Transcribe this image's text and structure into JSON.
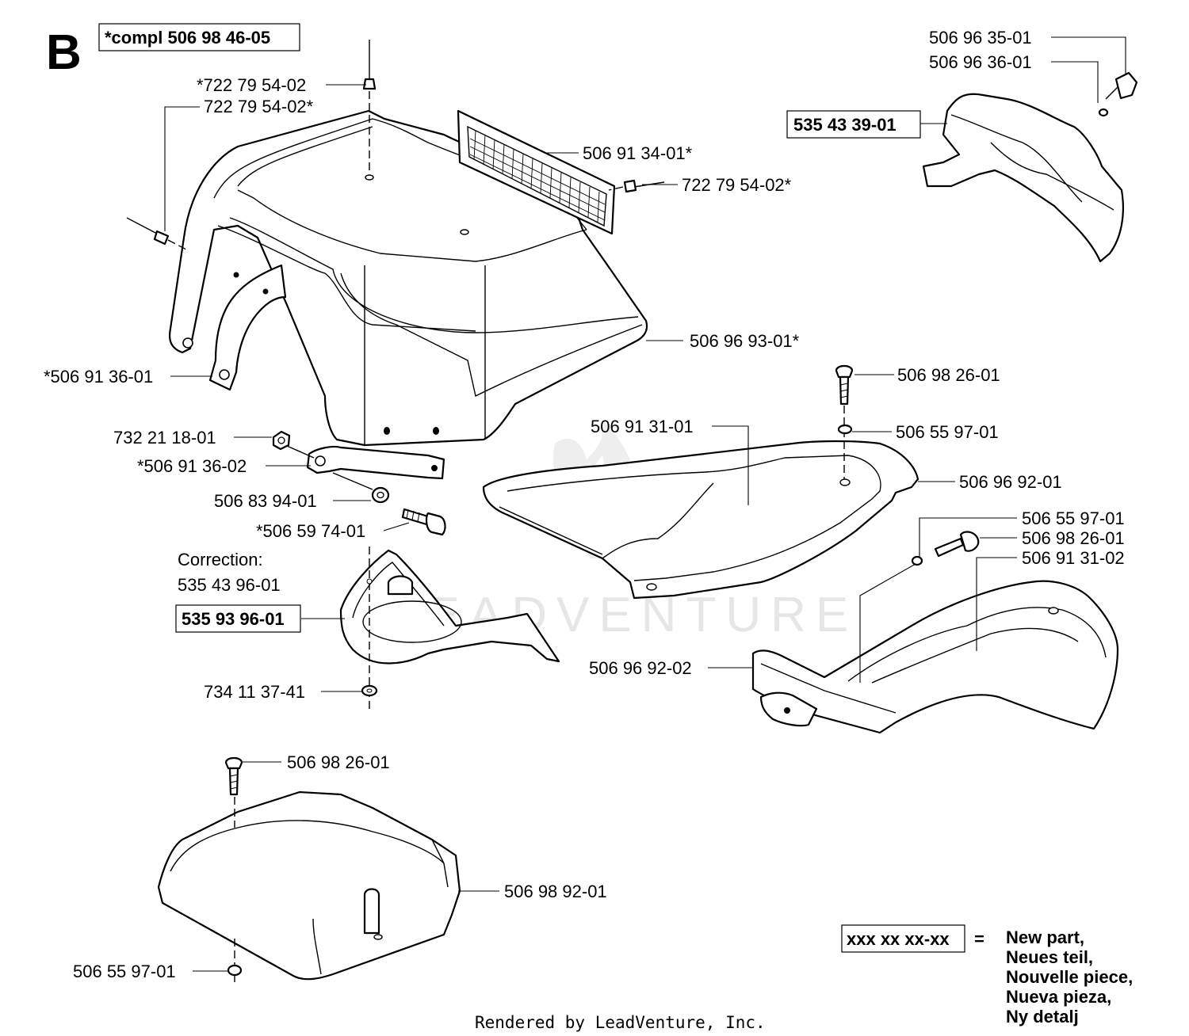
{
  "section_letter": "B",
  "complete_assembly": "*compl 506 98 46-05",
  "correction": {
    "label": "Correction:",
    "number": "535 43 96-01"
  },
  "boxed_parts": {
    "guard_assembly": "535 43 39-01",
    "chute_assembly": "535 93 96-01"
  },
  "callouts": [
    "506 96 35-01",
    "506 96 36-01",
    "*722 79 54-02",
    "722 79 54-02*",
    "506 91 34-01*",
    "722 79 54-02*",
    "506 96 93-01*",
    "*506 91 36-01",
    "506 98 26-01",
    "506 55 97-01",
    "732 21 18-01",
    "506 91 31-01",
    "*506 91 36-02",
    "506 96 92-01",
    "506 83 94-01",
    "*506 59 74-01",
    "506 55 97-01",
    "506 98 26-01",
    "506 91 31-02",
    "506 96 92-02",
    "734 11 37-41",
    "506 98 26-01",
    "506 98 92-01",
    "506 55 97-01"
  ],
  "legend": {
    "code": "xxx xx xx-xx",
    "equals": "=",
    "lines": [
      "New part,",
      "Neues teil,",
      "Nouvelle piece,",
      "Nueva pieza,",
      "Ny detalj"
    ]
  },
  "watermark": "LEADVENTURE",
  "footer": "Rendered by LeadVenture, Inc."
}
